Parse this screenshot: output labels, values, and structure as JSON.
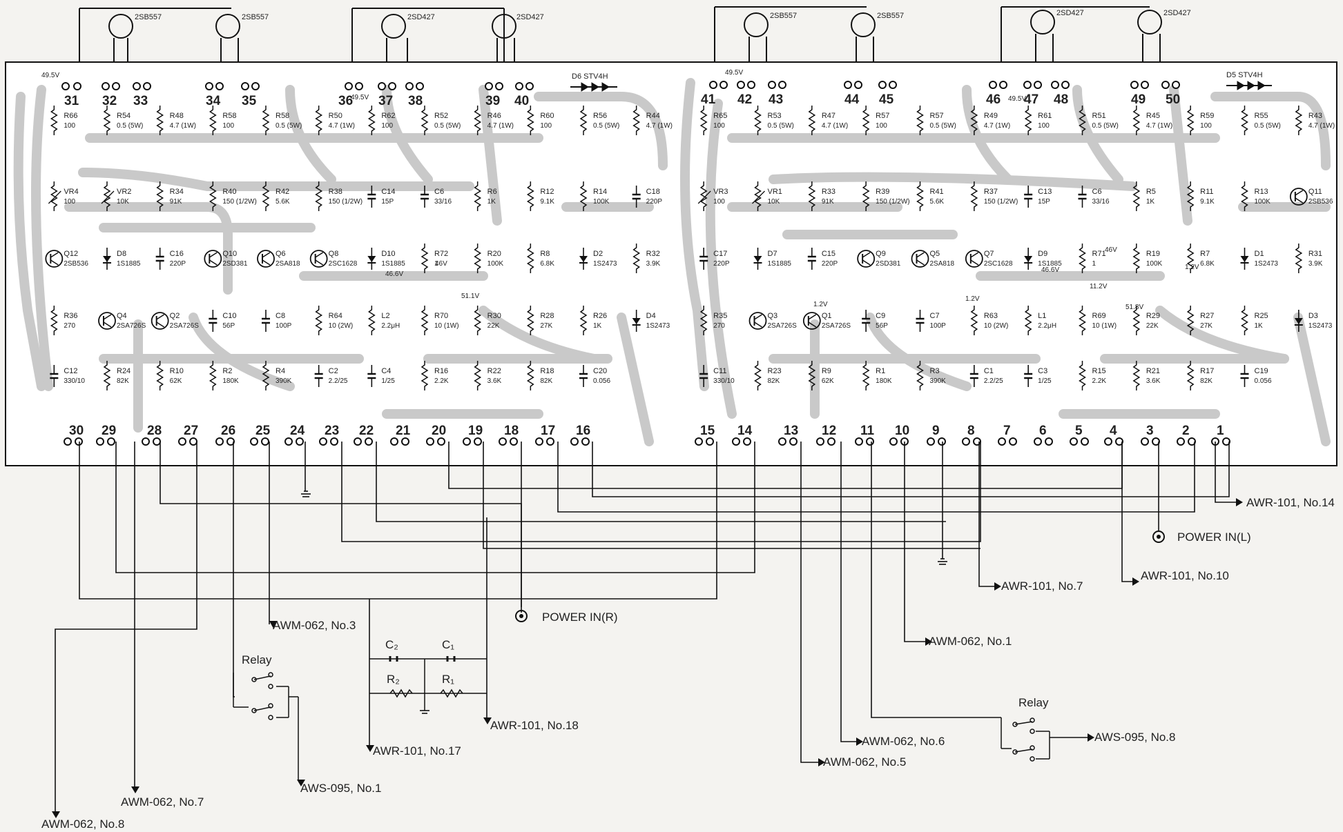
{
  "left_board": {
    "top_pins": [
      "31",
      "32",
      "33",
      "34",
      "35",
      "36",
      "37",
      "38",
      "39",
      "40"
    ],
    "bottom_pins": [
      "30",
      "29",
      "28",
      "27",
      "26",
      "25",
      "24",
      "23",
      "22",
      "21",
      "20",
      "19",
      "18",
      "17",
      "16"
    ],
    "transistors_top": [
      "2SB557",
      "2SB557",
      "2SD427",
      "2SD427"
    ],
    "voltage_labels": [
      "49.5V",
      "49.5V",
      "46V",
      "46.6V",
      "51.1V"
    ],
    "diode_strip": "D6 STV4H",
    "parts": [
      {
        "ref": "R66",
        "val": "100"
      },
      {
        "ref": "R54",
        "val": "0.5 (5W)"
      },
      {
        "ref": "R48",
        "val": "4.7 (1W)"
      },
      {
        "ref": "R58",
        "val": "100"
      },
      {
        "ref": "R58",
        "val": "0.5 (5W)"
      },
      {
        "ref": "R50",
        "val": "4.7 (1W)"
      },
      {
        "ref": "R62",
        "val": "100"
      },
      {
        "ref": "R52",
        "val": "0.5 (5W)"
      },
      {
        "ref": "R46",
        "val": "4.7 (1W)"
      },
      {
        "ref": "R60",
        "val": "100"
      },
      {
        "ref": "R56",
        "val": "0.5 (5W)"
      },
      {
        "ref": "R44",
        "val": "4.7 (1W)"
      },
      {
        "ref": "VR4",
        "val": "100"
      },
      {
        "ref": "VR2",
        "val": "10K"
      },
      {
        "ref": "R34",
        "val": "91K"
      },
      {
        "ref": "R40",
        "val": "150 (1/2W)"
      },
      {
        "ref": "R42",
        "val": "5.6K"
      },
      {
        "ref": "R38",
        "val": "150 (1/2W)"
      },
      {
        "ref": "C14",
        "val": "15P"
      },
      {
        "ref": "C6",
        "val": "33/16"
      },
      {
        "ref": "R6",
        "val": "1K"
      },
      {
        "ref": "R12",
        "val": "9.1K"
      },
      {
        "ref": "R14",
        "val": "100K"
      },
      {
        "ref": "C18",
        "val": "220P"
      },
      {
        "ref": "Q12",
        "val": "2SB536"
      },
      {
        "ref": "D8",
        "val": "1S1885"
      },
      {
        "ref": "C16",
        "val": "220P"
      },
      {
        "ref": "Q10",
        "val": "2SD381"
      },
      {
        "ref": "Q6",
        "val": "2SA818"
      },
      {
        "ref": "Q8",
        "val": "2SC1628"
      },
      {
        "ref": "D10",
        "val": "1S1885"
      },
      {
        "ref": "R72",
        "val": "1"
      },
      {
        "ref": "R20",
        "val": "100K"
      },
      {
        "ref": "R8",
        "val": "6.8K"
      },
      {
        "ref": "D2",
        "val": "1S2473"
      },
      {
        "ref": "R32",
        "val": "3.9K"
      },
      {
        "ref": "R36",
        "val": "270"
      },
      {
        "ref": "Q4",
        "val": "2SA726S"
      },
      {
        "ref": "Q2",
        "val": "2SA726S"
      },
      {
        "ref": "C10",
        "val": "56P"
      },
      {
        "ref": "C8",
        "val": "100P"
      },
      {
        "ref": "R64",
        "val": "10 (2W)"
      },
      {
        "ref": "L2",
        "val": "2.2μH"
      },
      {
        "ref": "R70",
        "val": "10 (1W)"
      },
      {
        "ref": "R30",
        "val": "22K"
      },
      {
        "ref": "R28",
        "val": "27K"
      },
      {
        "ref": "R26",
        "val": "1K"
      },
      {
        "ref": "D4",
        "val": "1S2473"
      },
      {
        "ref": "C12",
        "val": "330/10"
      },
      {
        "ref": "R24",
        "val": "82K"
      },
      {
        "ref": "R10",
        "val": "62K"
      },
      {
        "ref": "R2",
        "val": "180K"
      },
      {
        "ref": "R4",
        "val": "390K"
      },
      {
        "ref": "C2",
        "val": "2.2/25"
      },
      {
        "ref": "C4",
        "val": "1/25"
      },
      {
        "ref": "R16",
        "val": "2.2K"
      },
      {
        "ref": "R22",
        "val": "3.6K"
      },
      {
        "ref": "R18",
        "val": "82K"
      },
      {
        "ref": "C20",
        "val": "0.056"
      }
    ]
  },
  "right_board": {
    "top_pins": [
      "41",
      "42",
      "43",
      "44",
      "45",
      "46",
      "47",
      "48",
      "49",
      "50"
    ],
    "bottom_pins": [
      "15",
      "14",
      "13",
      "12",
      "11",
      "10",
      "9",
      "8",
      "7",
      "6",
      "5",
      "4",
      "3",
      "2",
      "1"
    ],
    "transistors_top": [
      "2SB557",
      "2SB557",
      "2SD427",
      "2SD427"
    ],
    "voltage_labels": [
      "49.5V",
      "49.5V",
      "46V",
      "46.6V",
      "51.8V",
      "1.2V",
      "1.2V",
      "1.2V",
      "11.2V"
    ],
    "diode_strip": "D5 STV4H",
    "parts": [
      {
        "ref": "R65",
        "val": "100"
      },
      {
        "ref": "R53",
        "val": "0.5 (5W)"
      },
      {
        "ref": "R47",
        "val": "4.7 (1W)"
      },
      {
        "ref": "R57",
        "val": "100"
      },
      {
        "ref": "R57",
        "val": "0.5 (5W)"
      },
      {
        "ref": "R49",
        "val": "4.7 (1W)"
      },
      {
        "ref": "R61",
        "val": "100"
      },
      {
        "ref": "R51",
        "val": "0.5 (5W)"
      },
      {
        "ref": "R45",
        "val": "4.7 (1W)"
      },
      {
        "ref": "R59",
        "val": "100"
      },
      {
        "ref": "R55",
        "val": "0.5 (5W)"
      },
      {
        "ref": "R43",
        "val": "4.7 (1W)"
      },
      {
        "ref": "VR3",
        "val": "100"
      },
      {
        "ref": "VR1",
        "val": "10K"
      },
      {
        "ref": "R33",
        "val": "91K"
      },
      {
        "ref": "R39",
        "val": "150 (1/2W)"
      },
      {
        "ref": "R41",
        "val": "5.6K"
      },
      {
        "ref": "R37",
        "val": "150 (1/2W)"
      },
      {
        "ref": "C13",
        "val": "15P"
      },
      {
        "ref": "C6",
        "val": "33/16"
      },
      {
        "ref": "R5",
        "val": "1K"
      },
      {
        "ref": "R11",
        "val": "9.1K"
      },
      {
        "ref": "R13",
        "val": "100K"
      },
      {
        "ref": "Q11",
        "val": "2SB536"
      },
      {
        "ref": "C17",
        "val": "220P"
      },
      {
        "ref": "D7",
        "val": "1S1885"
      },
      {
        "ref": "C15",
        "val": "220P"
      },
      {
        "ref": "Q9",
        "val": "2SD381"
      },
      {
        "ref": "Q5",
        "val": "2SA818"
      },
      {
        "ref": "Q7",
        "val": "2SC1628"
      },
      {
        "ref": "D9",
        "val": "1S1885"
      },
      {
        "ref": "R71",
        "val": "1"
      },
      {
        "ref": "R19",
        "val": "100K"
      },
      {
        "ref": "R7",
        "val": "6.8K"
      },
      {
        "ref": "D1",
        "val": "1S2473"
      },
      {
        "ref": "R31",
        "val": "3.9K"
      },
      {
        "ref": "R35",
        "val": "270"
      },
      {
        "ref": "Q3",
        "val": "2SA726S"
      },
      {
        "ref": "Q1",
        "val": "2SA726S"
      },
      {
        "ref": "C9",
        "val": "56P"
      },
      {
        "ref": "C7",
        "val": "100P"
      },
      {
        "ref": "R63",
        "val": "10 (2W)"
      },
      {
        "ref": "L1",
        "val": "2.2μH"
      },
      {
        "ref": "R69",
        "val": "10 (1W)"
      },
      {
        "ref": "R29",
        "val": "22K"
      },
      {
        "ref": "R27",
        "val": "27K"
      },
      {
        "ref": "R25",
        "val": "1K"
      },
      {
        "ref": "D3",
        "val": "1S2473"
      },
      {
        "ref": "C11",
        "val": "330/10"
      },
      {
        "ref": "R23",
        "val": "82K"
      },
      {
        "ref": "R9",
        "val": "62K"
      },
      {
        "ref": "R1",
        "val": "180K"
      },
      {
        "ref": "R3",
        "val": "390K"
      },
      {
        "ref": "C1",
        "val": "2.2/25"
      },
      {
        "ref": "C3",
        "val": "1/25"
      },
      {
        "ref": "R15",
        "val": "2.2K"
      },
      {
        "ref": "R21",
        "val": "3.6K"
      },
      {
        "ref": "R17",
        "val": "82K"
      },
      {
        "ref": "C19",
        "val": "0.056"
      }
    ]
  },
  "external": {
    "awr_101_no14": "AWR-101, No.14",
    "power_in_l": "POWER IN(L)",
    "awr_101_no10": "AWR-101, No.10",
    "awr_101_no7": "AWR-101, No.7",
    "power_in_r": "POWER IN(R)",
    "awm_062_no3": "AWM-062, No.3",
    "awm_062_no1": "AWM-062, No.1",
    "relay_left": "Relay",
    "relay_right": "Relay",
    "c2": "C₂",
    "c1": "C₁",
    "r2": "R₂",
    "r1": "R₁",
    "awr_101_no18": "AWR-101, No.18",
    "awr_101_no17": "AWR-101, No.17",
    "aws_095_no1": "AWS-095, No.1",
    "awm_062_no7": "AWM-062, No.7",
    "awm_062_no8": "AWM-062, No.8",
    "awm_062_no6": "AWM-062, No.6",
    "awm_062_no5": "AWM-062, No.5",
    "aws_095_no8": "AWS-095, No.8"
  }
}
